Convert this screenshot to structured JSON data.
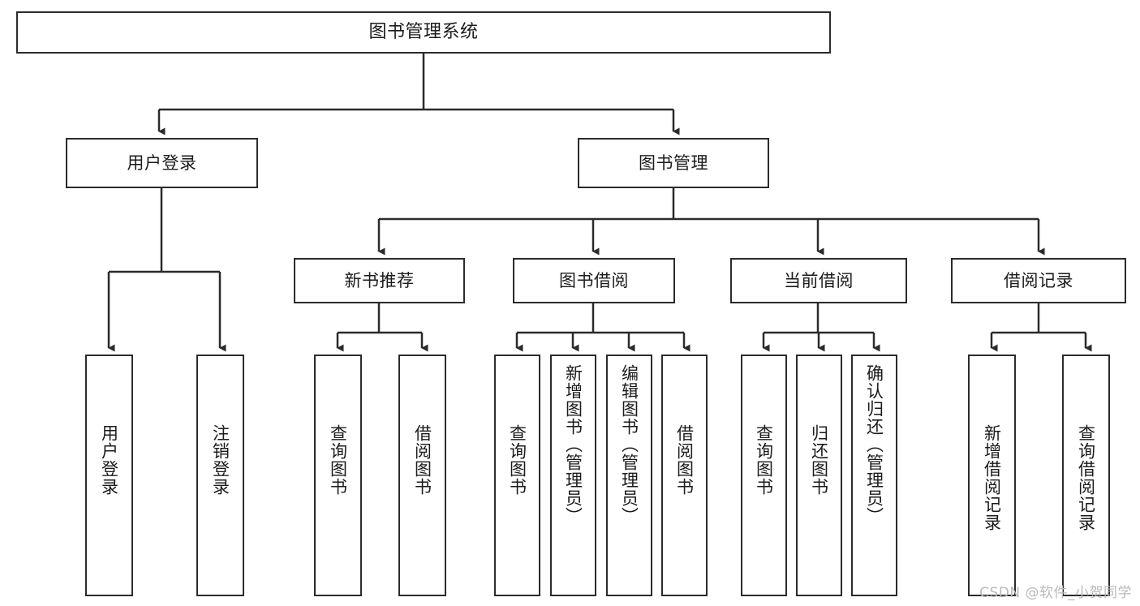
{
  "diagram": {
    "type": "tree",
    "title": "图书管理系统",
    "watermark": "CSDN @软件_小贺同学",
    "colors": {
      "stroke": "#2b2b2b",
      "fill": "#ffffff",
      "text": "#1b1b1b",
      "watermark": "#b9b9b9"
    },
    "nodes": {
      "root": {
        "label": "图书管理系统"
      },
      "level1": [
        {
          "label": "用户登录"
        },
        {
          "label": "图书管理"
        }
      ],
      "level2": [
        {
          "label": "新书推荐"
        },
        {
          "label": "图书借阅"
        },
        {
          "label": "当前借阅"
        },
        {
          "label": "借阅记录"
        }
      ],
      "leaves_user_login": [
        {
          "label": "用户登录"
        },
        {
          "label": "注销登录"
        }
      ],
      "leaves_new_book": [
        {
          "label": "查询图书"
        },
        {
          "label": "借阅图书"
        }
      ],
      "leaves_borrow": [
        {
          "label": "查询图书"
        },
        {
          "label": "新增图书（管理员）"
        },
        {
          "label": "编辑图书（管理员）"
        },
        {
          "label": "借阅图书"
        }
      ],
      "leaves_current": [
        {
          "label": "查询图书"
        },
        {
          "label": "归还图书"
        },
        {
          "label": "确认归还（管理员）"
        }
      ],
      "leaves_record": [
        {
          "label": "新增借阅记录"
        },
        {
          "label": "查询借阅记录"
        }
      ]
    }
  }
}
